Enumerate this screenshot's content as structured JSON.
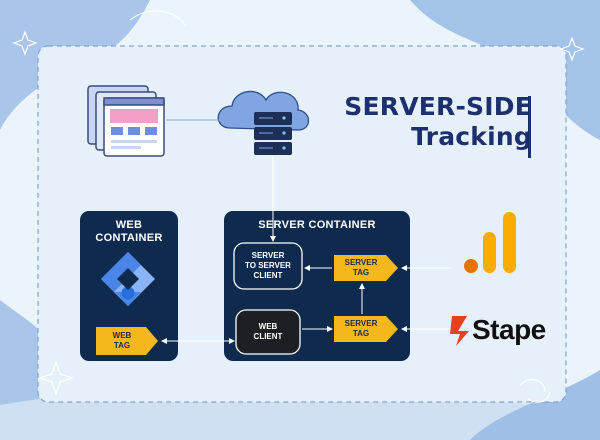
{
  "headline": {
    "line1": "SERVER-SIDE",
    "line2": "Tracking"
  },
  "web_container": {
    "title_line1": "WEB",
    "title_line2": "CONTAINER",
    "tag_line1": "WEB",
    "tag_line2": "TAG"
  },
  "server_container": {
    "title": "SERVER CONTAINER",
    "s2s_client_line1": "SERVER",
    "s2s_client_line2": "TO SERVER",
    "s2s_client_line3": "CLIENT",
    "web_client_line1": "WEB",
    "web_client_line2": "CLIENT",
    "server_tag_top_line1": "SERVER",
    "server_tag_top_line2": "TAG",
    "server_tag_bottom_line1": "SERVER",
    "server_tag_bottom_line2": "TAG"
  },
  "brand": {
    "stape_text": "Stape"
  },
  "icons": {
    "website": "browser-windows-icon",
    "server": "cloud-server-icon",
    "gtm": "google-tag-manager-icon",
    "analytics": "google-analytics-icon",
    "stape": "stape-logo-icon"
  },
  "colors": {
    "navy": "#0e2b4f",
    "tag_yellow": "#f5b81c",
    "headline": "#1c2f6e",
    "gtm_blue": "#4a86e8",
    "analytics_orange": "#f5a300",
    "stape_red": "#e8401c"
  }
}
